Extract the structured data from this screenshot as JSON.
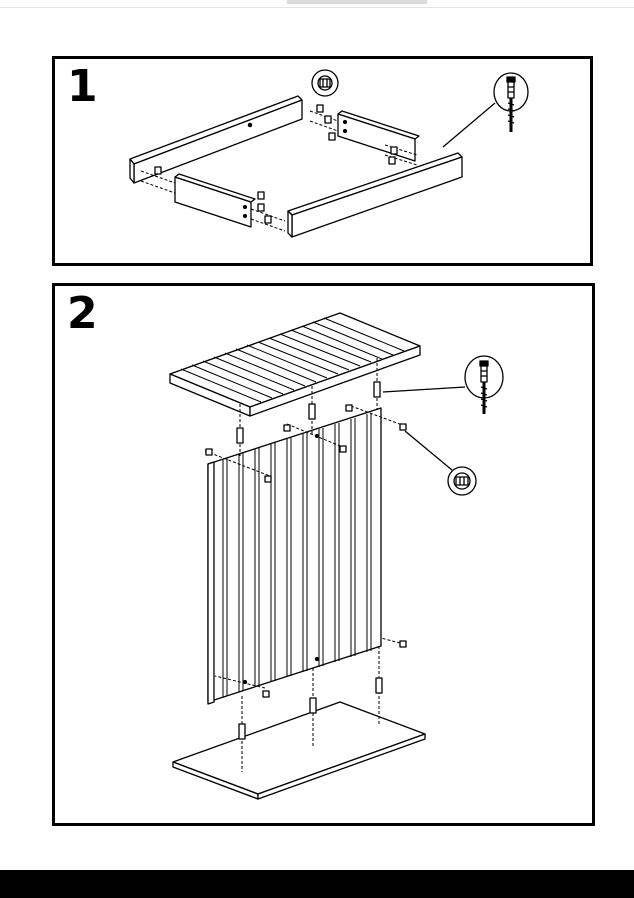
{
  "steps": [
    {
      "number": "1",
      "hardware": [
        "cam-lock",
        "cam-bolt",
        "wooden-dowel"
      ]
    },
    {
      "number": "2",
      "hardware": [
        "cam-lock",
        "cam-bolt",
        "wooden-dowel"
      ]
    }
  ],
  "colors": {
    "line": "#000000",
    "paper": "#ffffff",
    "footer": "#000000"
  }
}
